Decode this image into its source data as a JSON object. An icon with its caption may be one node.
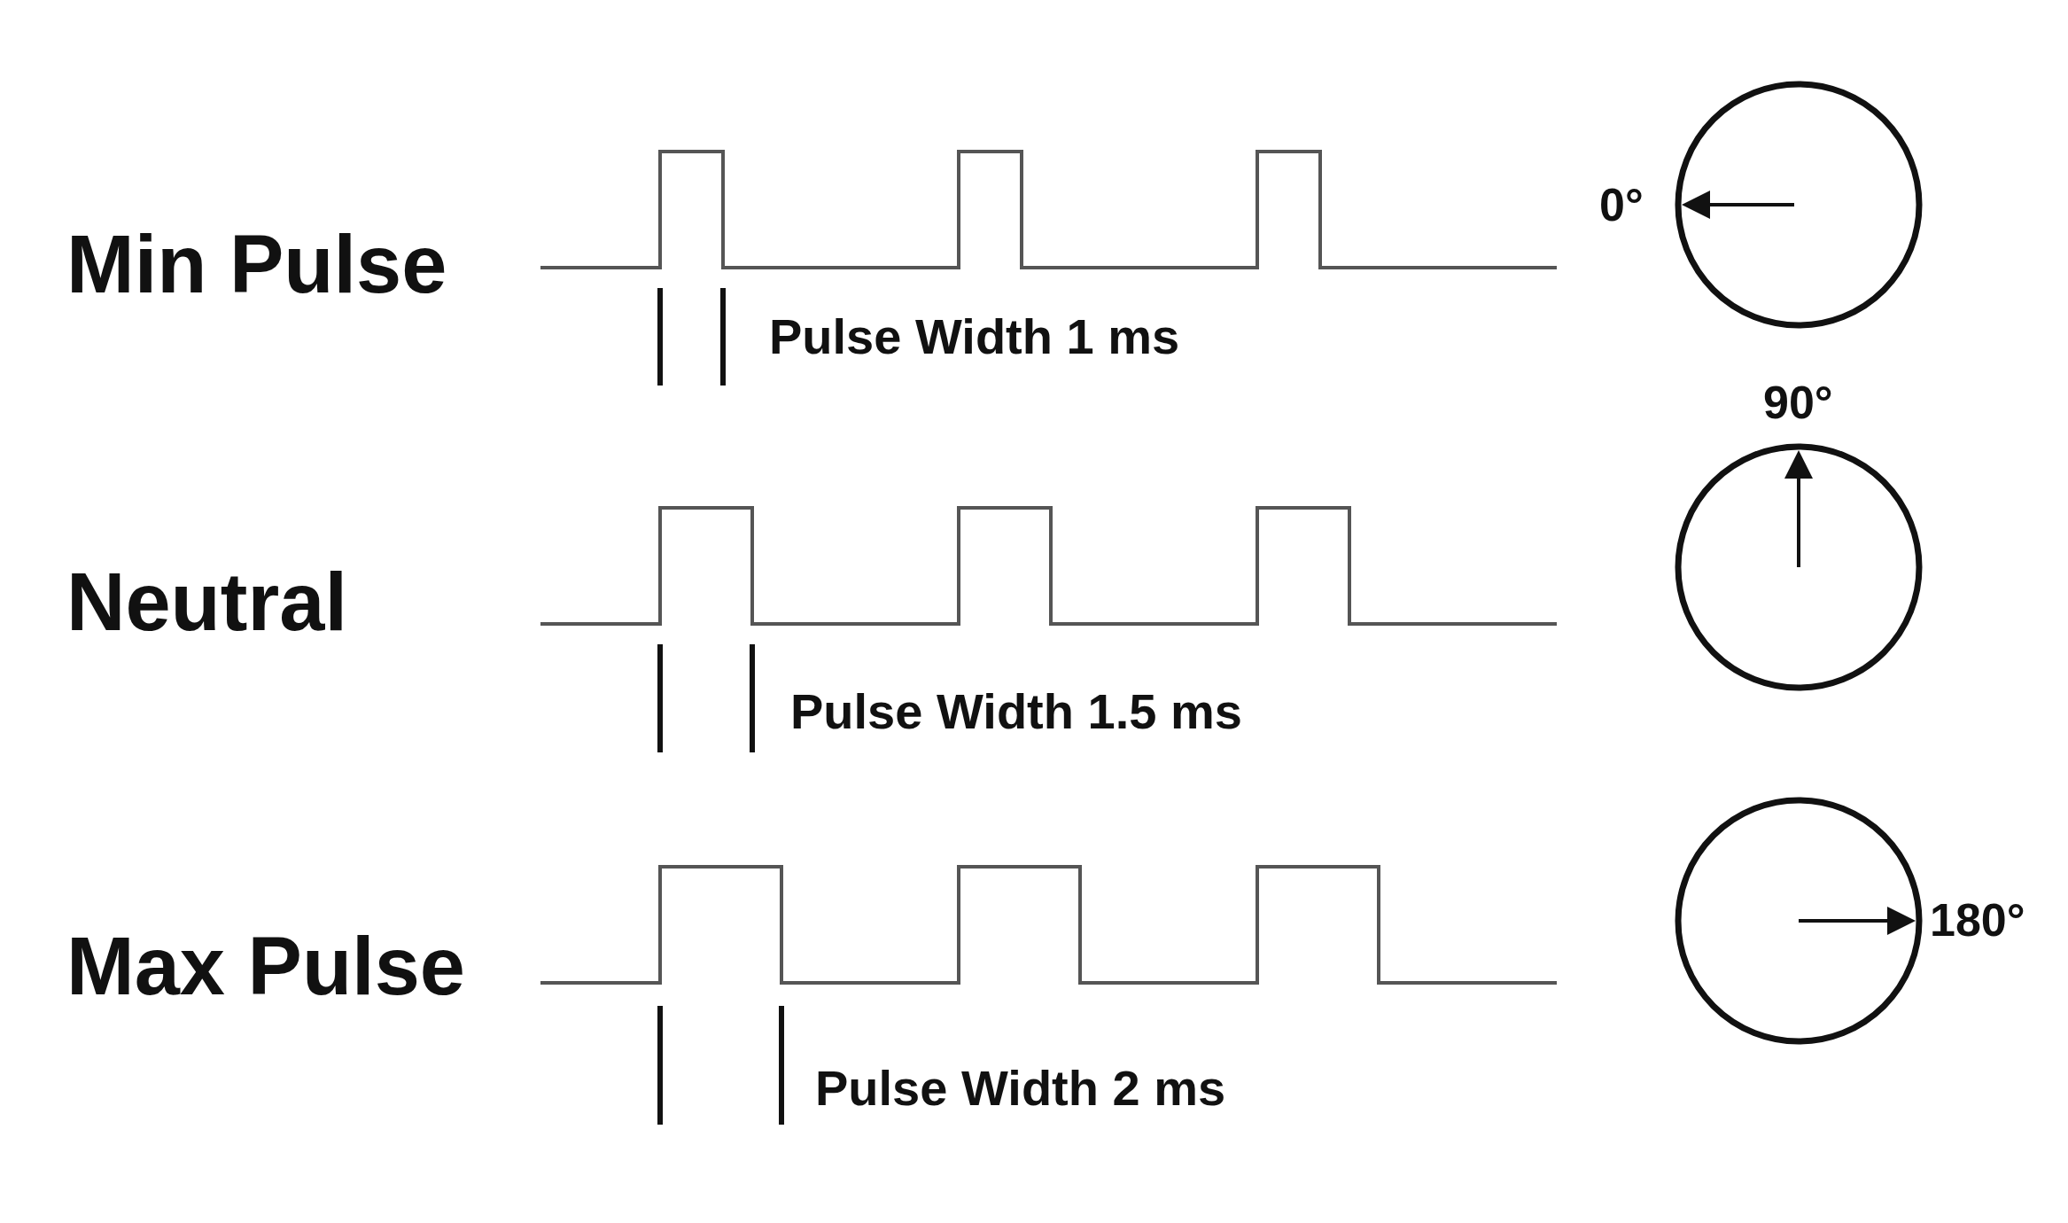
{
  "diagram": {
    "labels": [
      "Min Pulse",
      "Pulse Width 1 ms",
      "0°",
      "Neutral",
      "Pulse Width 1.5 ms",
      "90°",
      "Max Pulse",
      "Pulse Width 2 ms",
      "180°"
    ]
  }
}
